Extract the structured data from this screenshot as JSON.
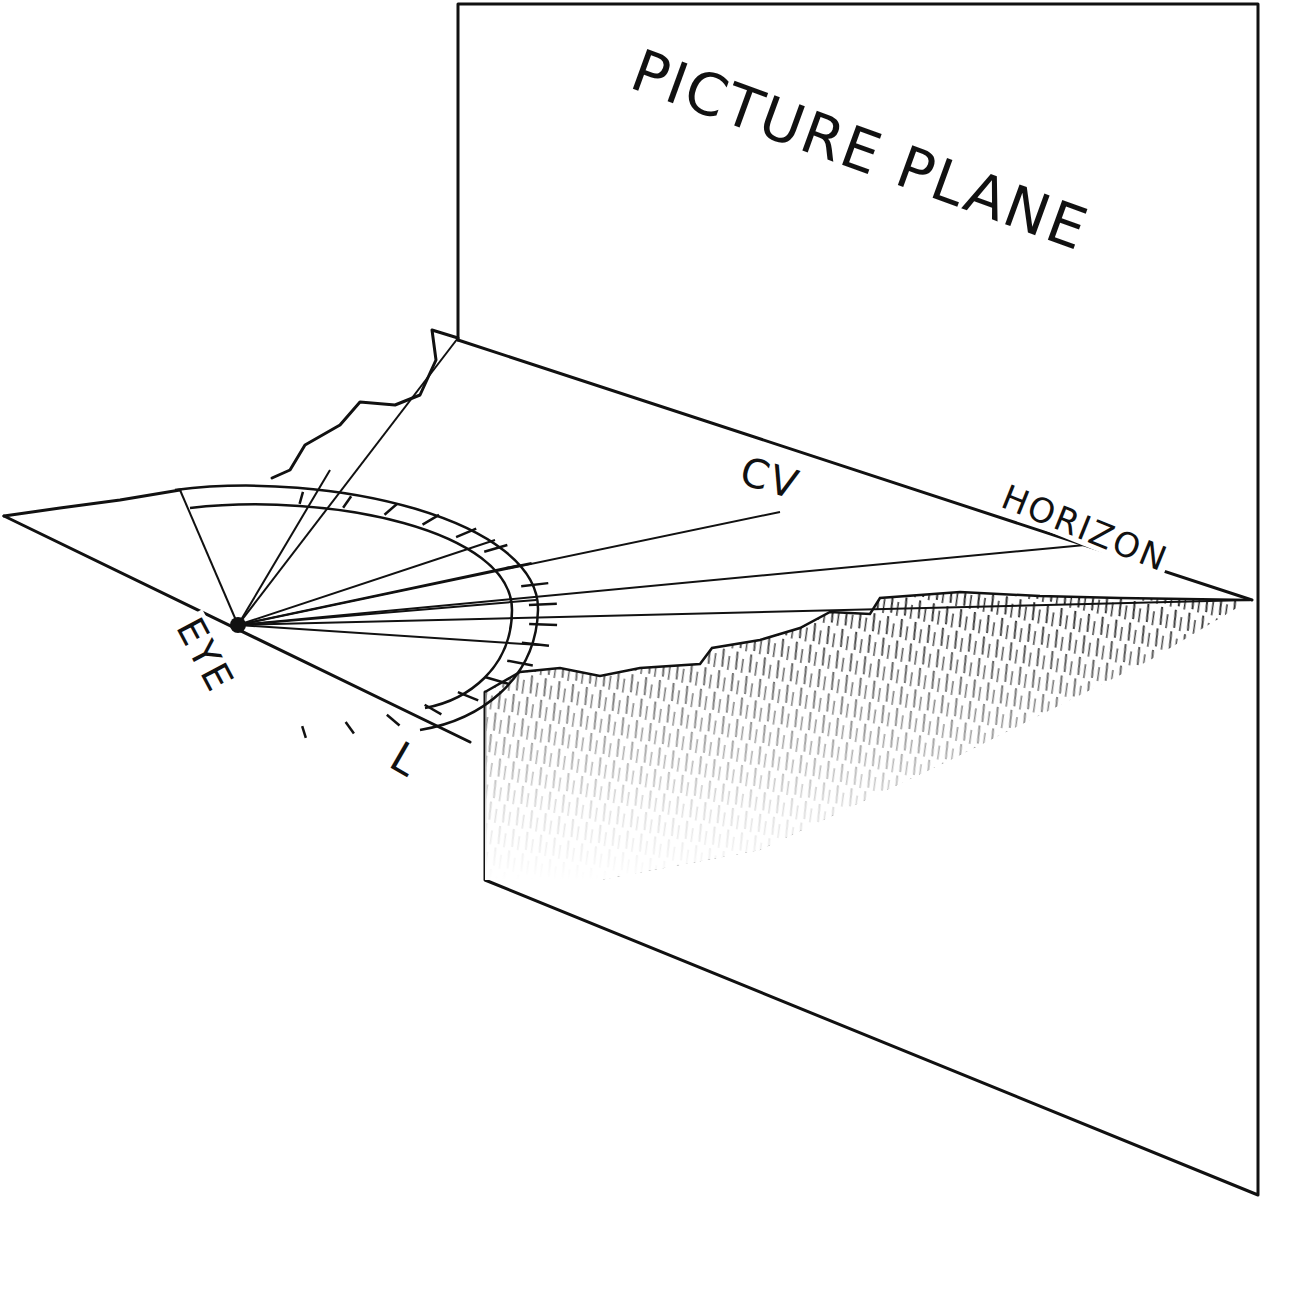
{
  "diagram": {
    "labels": [
      "PICTURE PLANE",
      "CV",
      "HORIZON",
      "EYE",
      "L"
    ]
  }
}
